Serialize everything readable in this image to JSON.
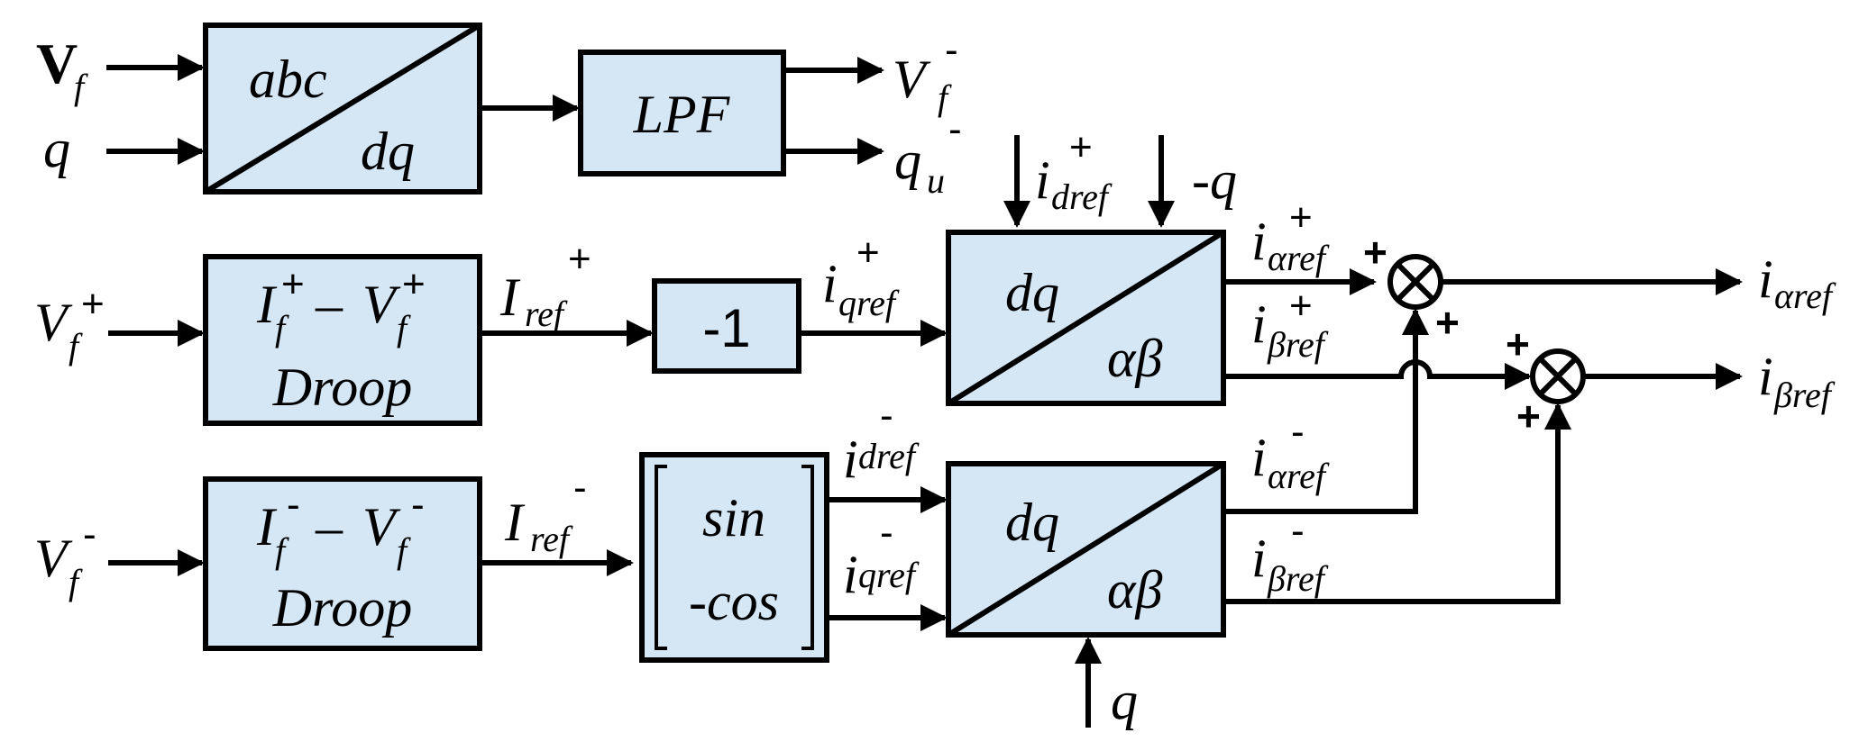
{
  "blocks": {
    "abc_dq": {
      "top": "abc",
      "bottom": "dq"
    },
    "lpf": {
      "label": "LPF"
    },
    "droop_pos": {
      "line1_a": "I",
      "line1_a_sup": "+",
      "line1_a_sub": "f",
      "dash": "–",
      "line1_b": "V",
      "line1_b_sup": "+",
      "line1_b_sub": "f",
      "line2": "Droop"
    },
    "neg_one": {
      "label": "-1"
    },
    "dq_ab_pos": {
      "top": "dq",
      "bottom": "αβ"
    },
    "droop_neg": {
      "line1_a": "I",
      "line1_a_sup": "-",
      "line1_a_sub": "f",
      "dash": "–",
      "line1_b": "V",
      "line1_b_sup": "-",
      "line1_b_sub": "f",
      "line2": "Droop"
    },
    "sincos": {
      "line1": "sin",
      "line2": "-cos"
    },
    "dq_ab_neg": {
      "top": "dq",
      "bottom": "αβ"
    }
  },
  "signals": {
    "vf_in": {
      "main": "V",
      "sub": "f"
    },
    "q_in": {
      "main": "q"
    },
    "vf_out": {
      "main": "V",
      "sub": "f",
      "sup": "-"
    },
    "qu_out": {
      "main": "q",
      "sub": "u",
      "sup": "-"
    },
    "idref_pos": {
      "main": "i",
      "sub": "dref",
      "sup": "+"
    },
    "neg_q": {
      "main": "-q"
    },
    "vf_pos_in": {
      "main": "V",
      "sub": "f",
      "sup": "+"
    },
    "iref_pos": {
      "main": "I",
      "sub": "ref",
      "sup": "+"
    },
    "iqref_pos": {
      "main": "i",
      "sub": "qref",
      "sup": "+"
    },
    "ialpha_pos": {
      "main": "i",
      "sub": "αref",
      "sup": "+"
    },
    "ibeta_pos": {
      "main": "i",
      "sub": "βref",
      "sup": "+"
    },
    "ialpha_out": {
      "main": "i",
      "sub": "αref"
    },
    "ibeta_out": {
      "main": "i",
      "sub": "βref"
    },
    "vf_neg_in": {
      "main": "V",
      "sub": "f",
      "sup": "-"
    },
    "iref_neg": {
      "main": "I",
      "sub": "ref",
      "sup": "-"
    },
    "idref_neg": {
      "main": "i",
      "sub": "dref",
      "sup": "-"
    },
    "iqref_neg": {
      "main": "i",
      "sub": "qref",
      "sup": "-"
    },
    "ialpha_neg": {
      "main": "i",
      "sub": "αref",
      "sup": "-"
    },
    "ibeta_neg": {
      "main": "i",
      "sub": "βref",
      "sup": "-"
    },
    "q_bottom": {
      "main": "q"
    }
  },
  "summers": {
    "sum1": {
      "sign_left": "+",
      "sign_bottom": "+"
    },
    "sum2": {
      "sign_left": "+",
      "sign_bottom": "+"
    }
  },
  "colors": {
    "block_fill": "#d5e6f4",
    "line": "#000000"
  }
}
